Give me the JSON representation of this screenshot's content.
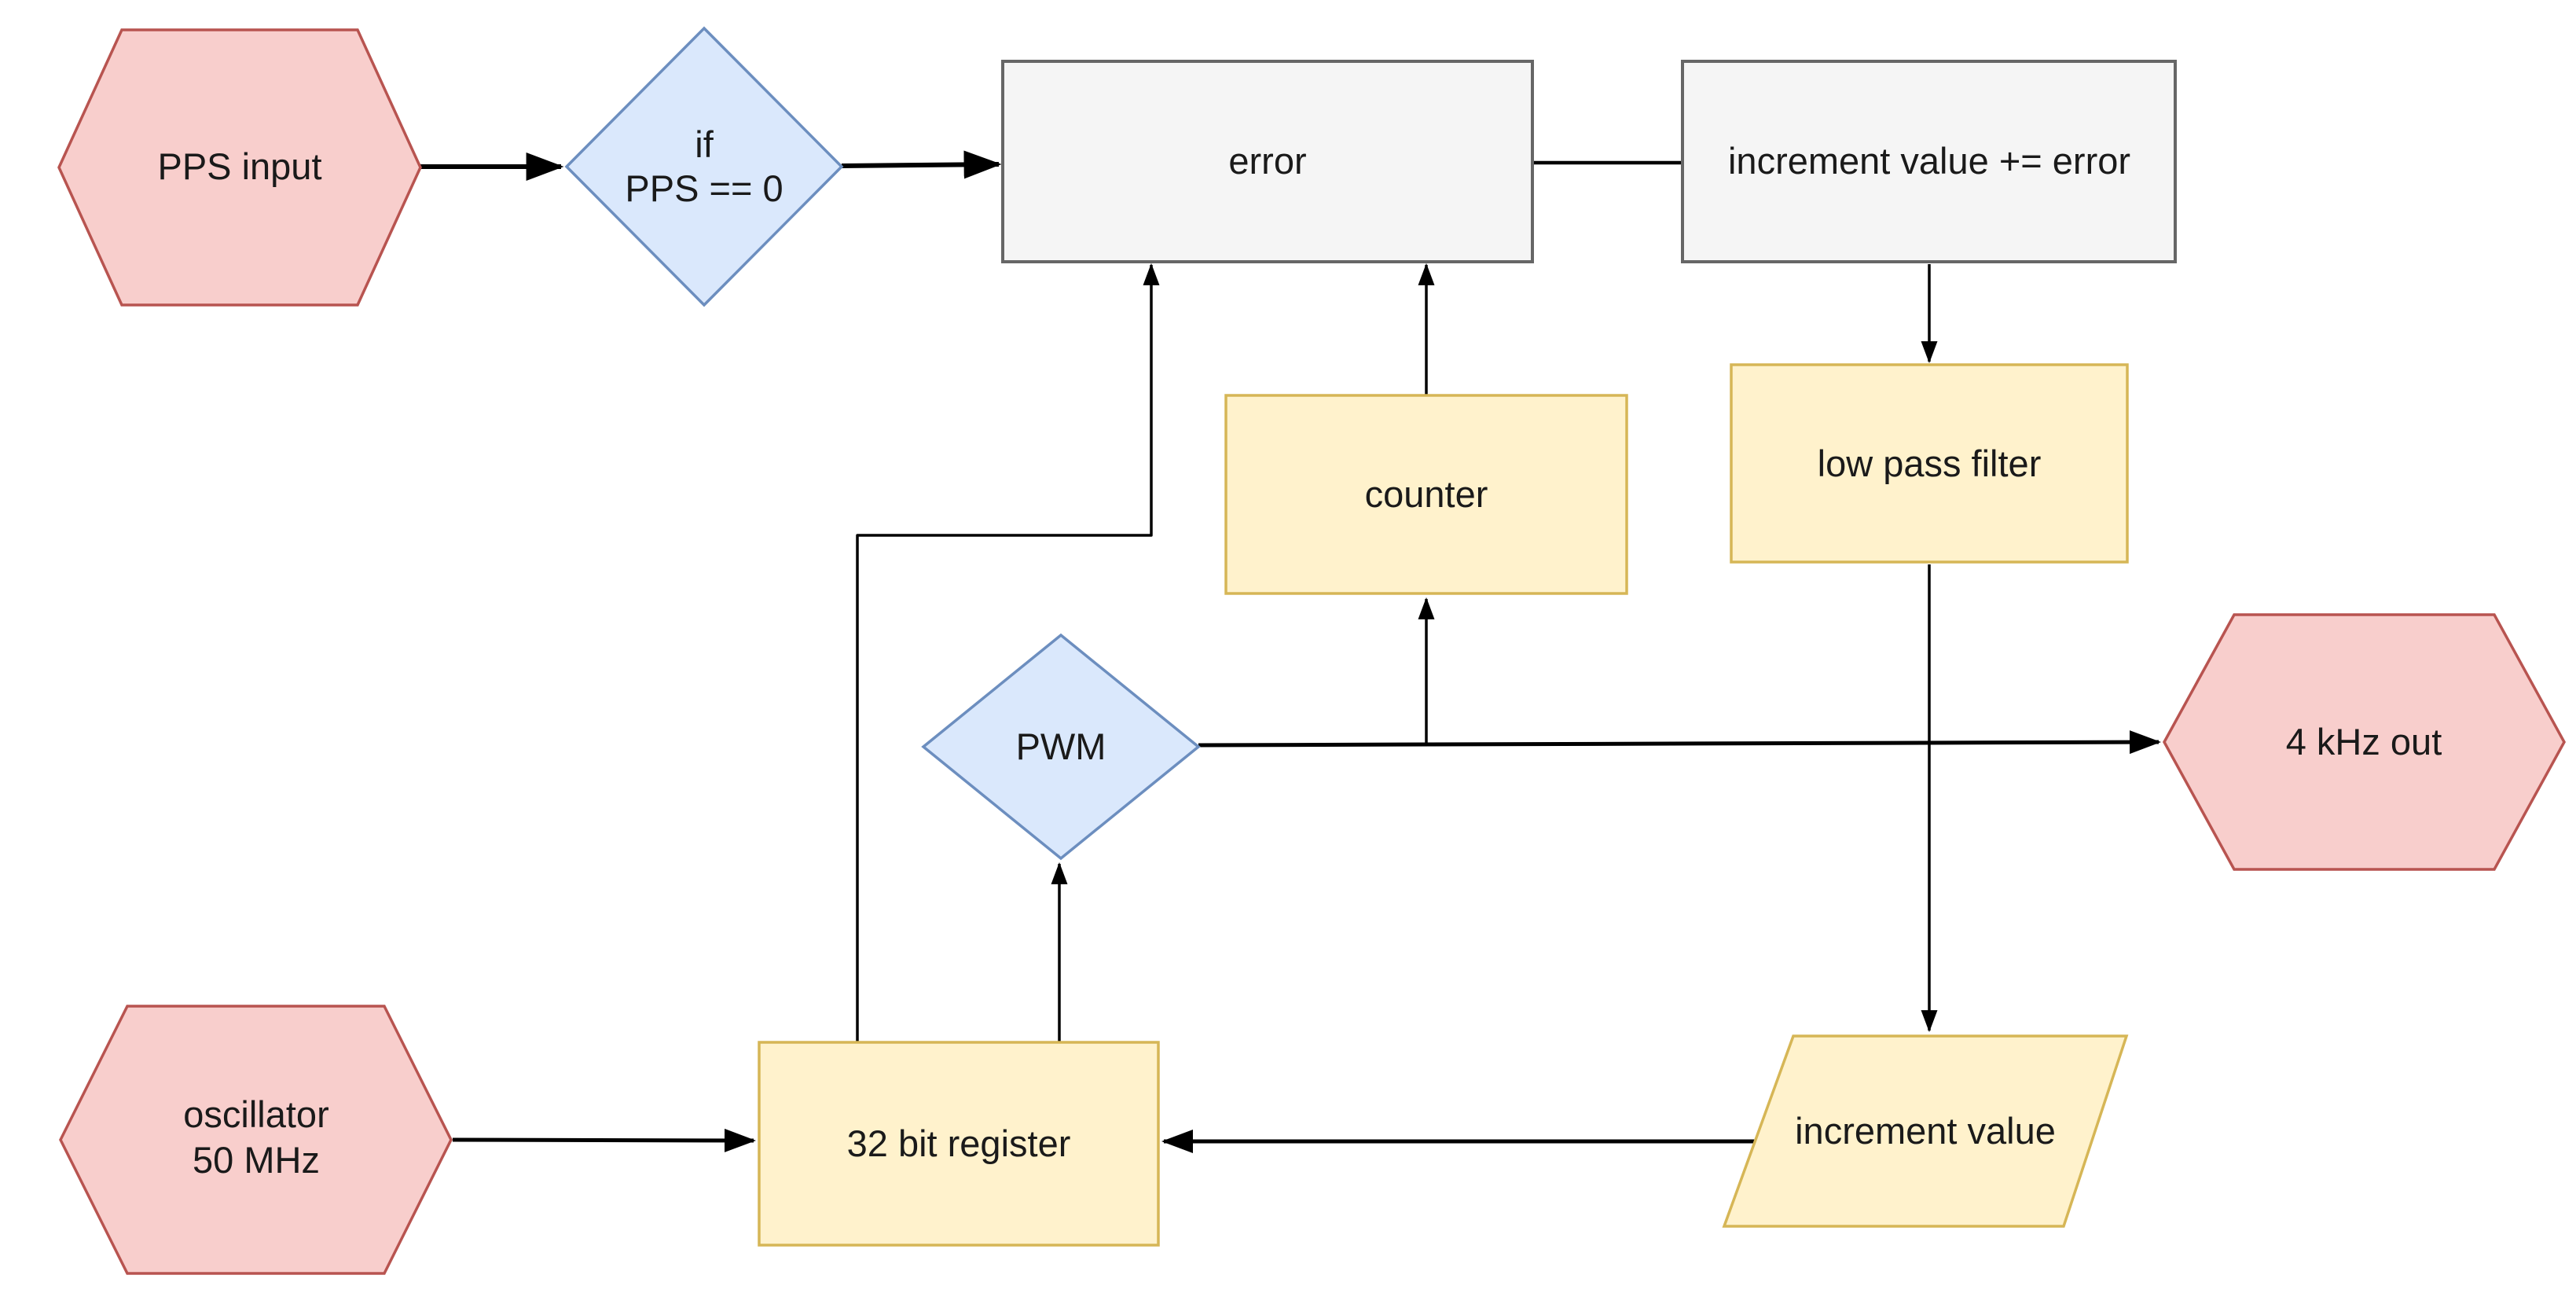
{
  "canvas": {
    "background": "#ffffff",
    "edge_color": "#000000",
    "text_color": "#1a1a1a"
  },
  "nodes": {
    "pps_input": {
      "label": "PPS input",
      "shape": "hexagon",
      "fill": "#F8CECC",
      "stroke": "#B85450"
    },
    "if_pps": {
      "lines": [
        "if",
        "PPS == 0"
      ],
      "shape": "diamond",
      "fill": "#DAE8FC",
      "stroke": "#6C8EBF"
    },
    "error": {
      "label": "error",
      "shape": "rectangle",
      "fill": "#F5F5F5",
      "stroke": "#666666"
    },
    "increment_error": {
      "label": "increment value += error",
      "shape": "rectangle",
      "fill": "#F5F5F5",
      "stroke": "#666666"
    },
    "counter": {
      "label": "counter",
      "shape": "rectangle",
      "fill": "#FFF2CC",
      "stroke": "#D6B656"
    },
    "low_pass_filter": {
      "label": "low pass filter",
      "shape": "rectangle",
      "fill": "#FFF2CC",
      "stroke": "#D6B656"
    },
    "pwm": {
      "label": "PWM",
      "shape": "diamond",
      "fill": "#DAE8FC",
      "stroke": "#6C8EBF"
    },
    "out_4khz": {
      "label": "4 kHz out",
      "shape": "hexagon",
      "fill": "#F8CECC",
      "stroke": "#B85450"
    },
    "oscillator": {
      "lines": [
        "oscillator",
        "50 MHz"
      ],
      "shape": "hexagon",
      "fill": "#F8CECC",
      "stroke": "#B85450"
    },
    "register_32bit": {
      "label": "32 bit register",
      "shape": "rectangle",
      "fill": "#FFF2CC",
      "stroke": "#D6B656"
    },
    "increment_value": {
      "label": "increment value",
      "shape": "parallelogram",
      "fill": "#FFF2CC",
      "stroke": "#D6B656"
    }
  },
  "edges": [
    {
      "from": "pps_input",
      "to": "if_pps",
      "arrow": true
    },
    {
      "from": "if_pps",
      "to": "error",
      "arrow": true
    },
    {
      "from": "error",
      "to": "increment_error",
      "arrow": false
    },
    {
      "from": "increment_error",
      "to": "low_pass_filter",
      "arrow": true
    },
    {
      "from": "low_pass_filter",
      "to": "increment_value",
      "arrow": true
    },
    {
      "from": "increment_value",
      "to": "register_32bit",
      "arrow": true
    },
    {
      "from": "oscillator",
      "to": "register_32bit",
      "arrow": true
    },
    {
      "from": "register_32bit",
      "to": "error",
      "arrow": true
    },
    {
      "from": "register_32bit",
      "to": "pwm",
      "arrow": true
    },
    {
      "from": "pwm",
      "to": "counter",
      "arrow": true
    },
    {
      "from": "counter",
      "to": "error",
      "arrow": true
    },
    {
      "from": "pwm",
      "to": "out_4khz",
      "arrow": true
    }
  ]
}
